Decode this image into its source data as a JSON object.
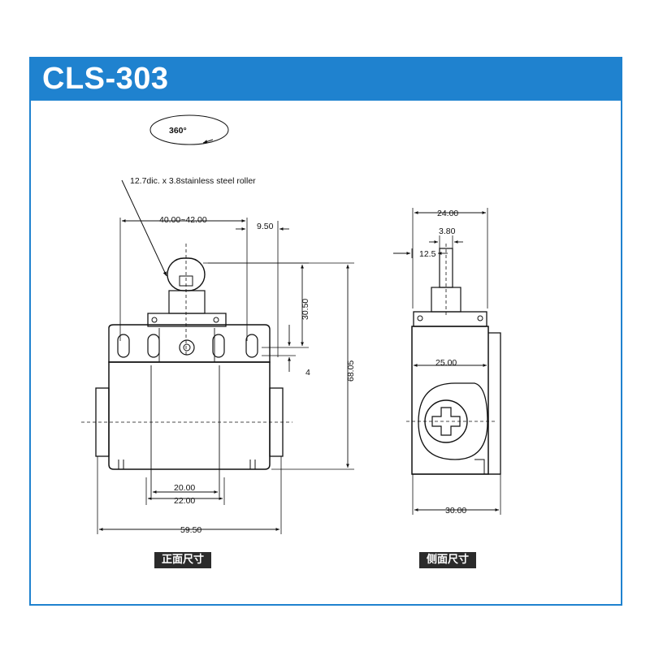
{
  "title": "CLS-303",
  "colors": {
    "accent": "#1f82cf",
    "line": "#111111",
    "label_bg": "#2b2b2b"
  },
  "front_view": {
    "rotation_label": "360°",
    "roller_note": "12.7dic. x 3.8stainless steel roller",
    "dim_top_width": "40.00~42.00",
    "dim_offset": "9.50",
    "dim_actuator_height": "30.50",
    "dim_total_height": "68.05",
    "dim_small": "4",
    "dim_mount_inner": "20.00",
    "dim_mount_outer": "22.00",
    "dim_total_width": "59.50",
    "label": "正面尺寸"
  },
  "side_view": {
    "dim_top_width": "24.00",
    "dim_plunger": "3.80",
    "dim_offset": "12.5",
    "dim_body_inner": "25.00",
    "dim_base": "30.00",
    "label": "侧面尺寸"
  }
}
